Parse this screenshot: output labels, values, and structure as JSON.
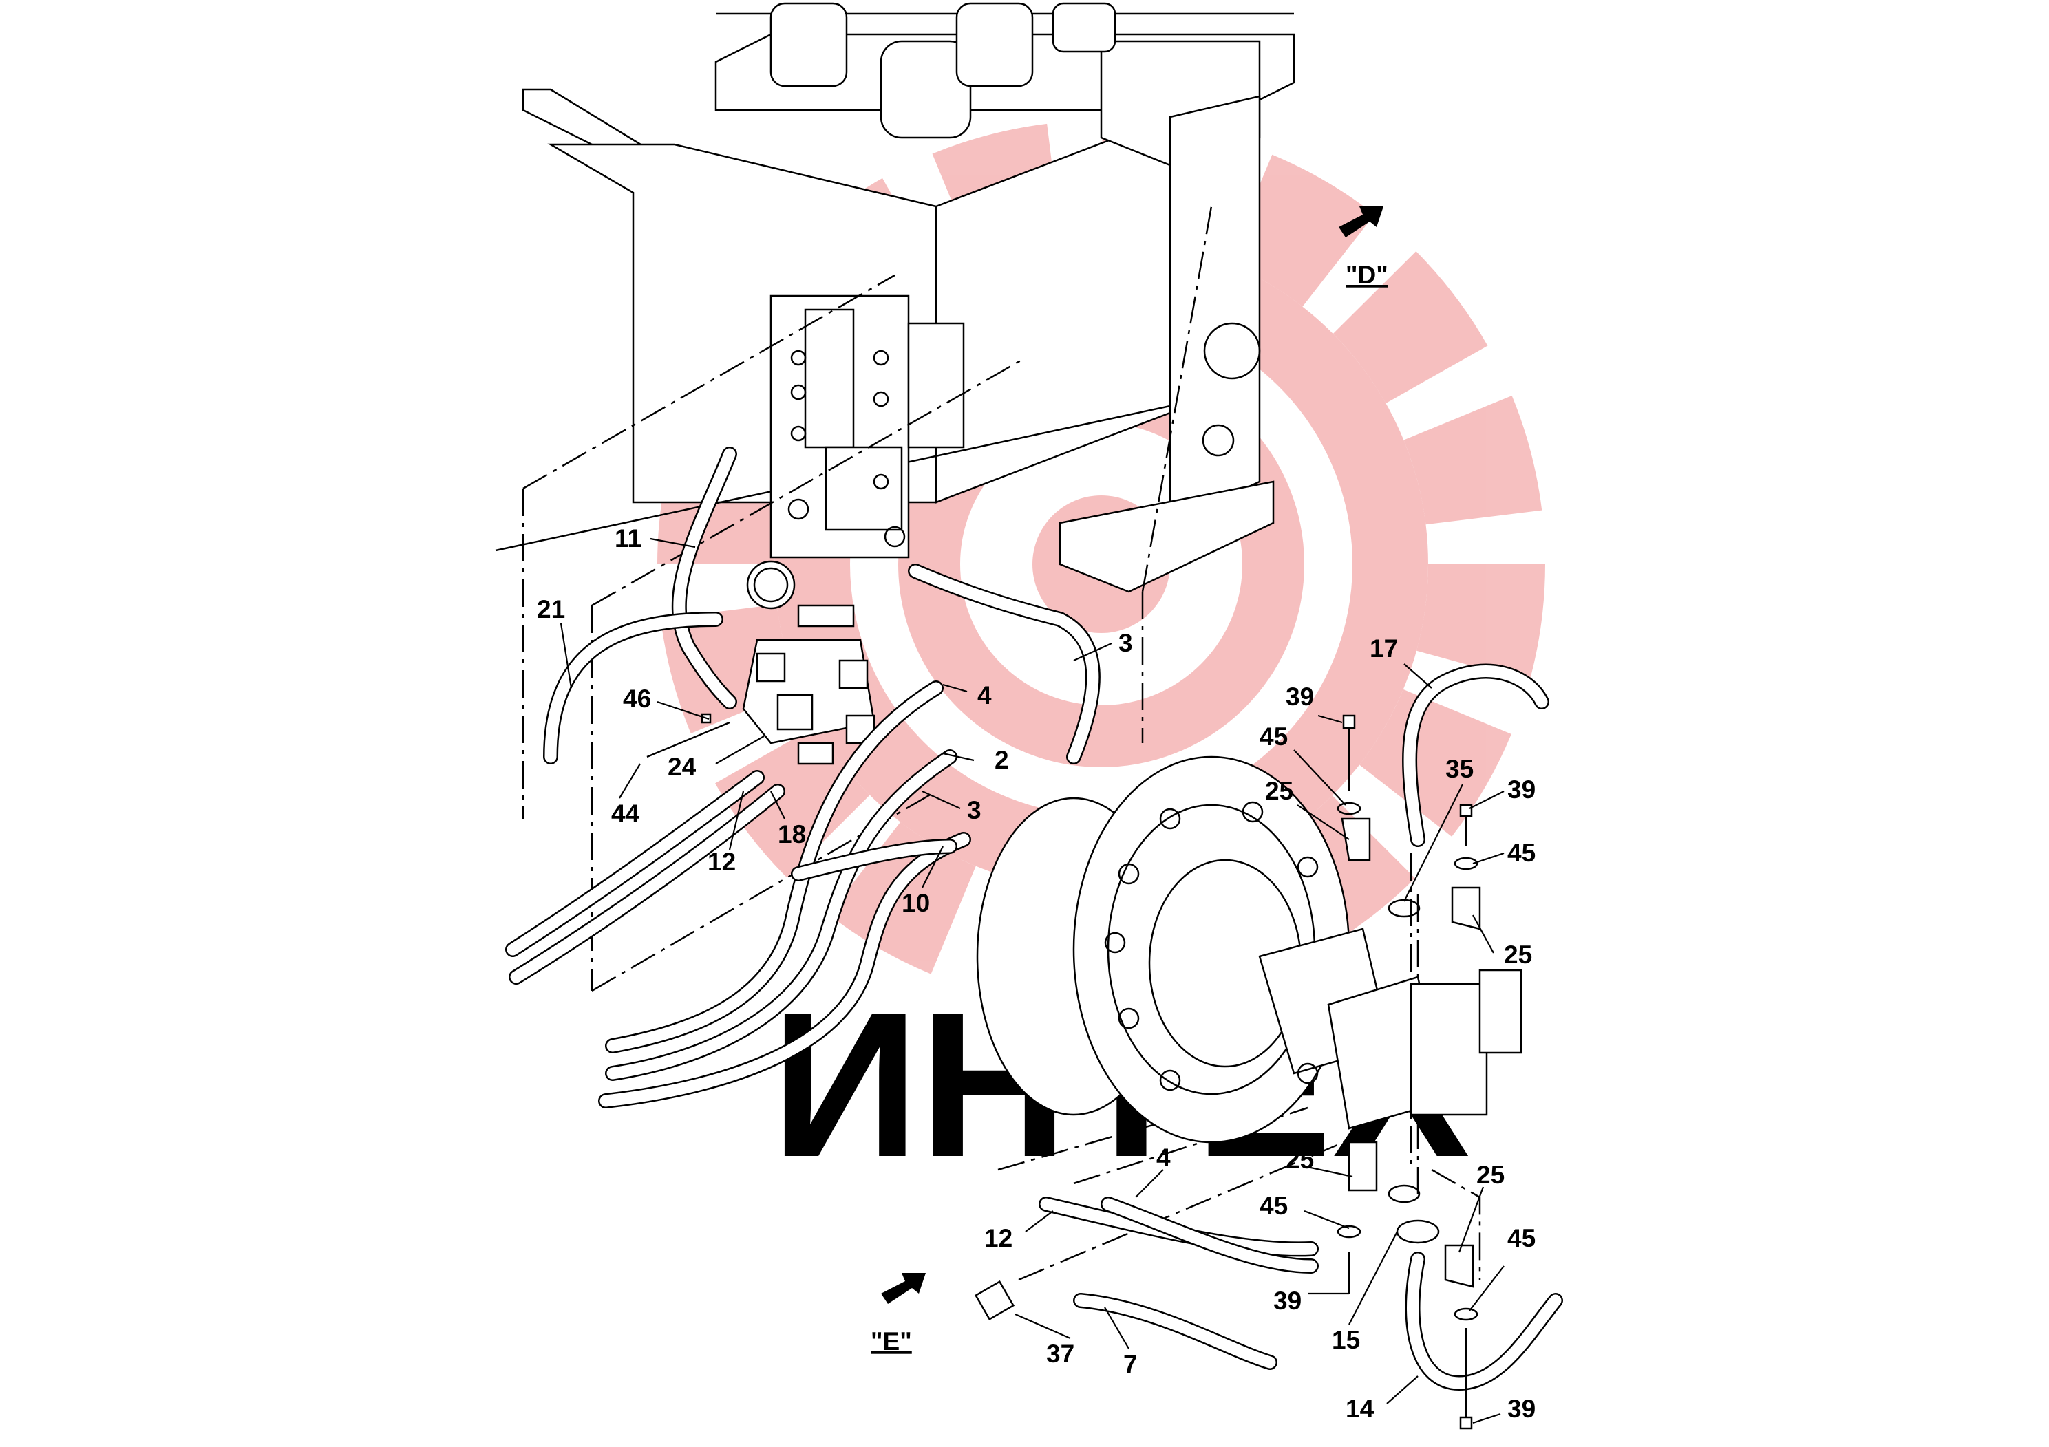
{
  "view_labels": [
    "\"D\"",
    "\"E\""
  ],
  "watermark": {
    "text": "ИНТЕХ",
    "color": "#f2b5b5"
  },
  "callouts": [
    "11",
    "21",
    "3",
    "4",
    "46",
    "24",
    "44",
    "12",
    "18",
    "2",
    "3",
    "10",
    "17",
    "39",
    "45",
    "25",
    "35",
    "39",
    "45",
    "25",
    "4",
    "25",
    "45",
    "25",
    "12",
    "45",
    "39",
    "15",
    "37",
    "7",
    "14",
    "39"
  ]
}
